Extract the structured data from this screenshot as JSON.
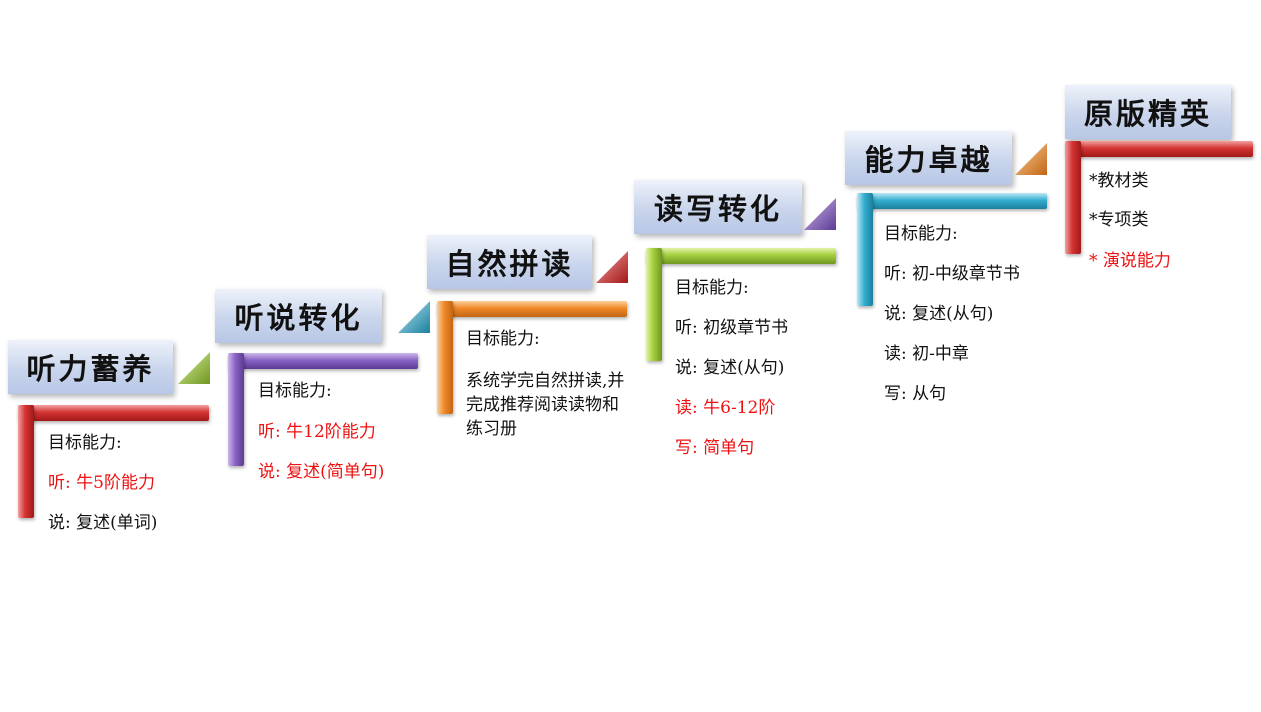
{
  "steps": [
    {
      "title": "听力蓄养",
      "color": "#d43434",
      "heading": "目标能力:",
      "lines": [
        {
          "text": "听: 牛5阶能力",
          "red": true
        },
        {
          "text": "说: 复述(单词)",
          "red": false
        }
      ]
    },
    {
      "title": "听说转化",
      "color": "#8a63c6",
      "heading": "目标能力:",
      "lines": [
        {
          "text": "听: 牛12阶能力",
          "red": true
        },
        {
          "text": "说: 复述(简单句)",
          "red": true
        }
      ]
    },
    {
      "title": "自然拼读",
      "color": "#f0892a",
      "heading": "目标能力:",
      "paragraph": "系统学完自然拼读,并完成推荐阅读读物和练习册"
    },
    {
      "title": "读写转化",
      "color": "#a3cf3e",
      "heading": "目标能力:",
      "lines": [
        {
          "text": "听: 初级章节书",
          "red": false
        },
        {
          "text": "说: 复述(从句)",
          "red": false
        },
        {
          "text": "读: 牛6-12阶",
          "red": true
        },
        {
          "text": "写: 简单句",
          "red": true
        }
      ]
    },
    {
      "title": "能力卓越",
      "color": "#35aed0",
      "heading": "目标能力:",
      "lines": [
        {
          "text": "听: 初-中级章节书",
          "red": false
        },
        {
          "text": "说: 复述(从句)",
          "red": false
        },
        {
          "text": "读: 初-中章",
          "red": false
        },
        {
          "text": "写: 从句",
          "red": false
        }
      ]
    },
    {
      "title": "原版精英",
      "color": "#d43434",
      "lines": [
        {
          "text": "*教材类",
          "red": false
        },
        {
          "text": "*专项类",
          "red": false
        },
        {
          "text": "* 演说能力",
          "red": true
        }
      ]
    }
  ],
  "triangle_colors": [
    "#9bc43a",
    "#35aed0",
    "#d43434",
    "#8a63c6",
    "#f0892a"
  ]
}
